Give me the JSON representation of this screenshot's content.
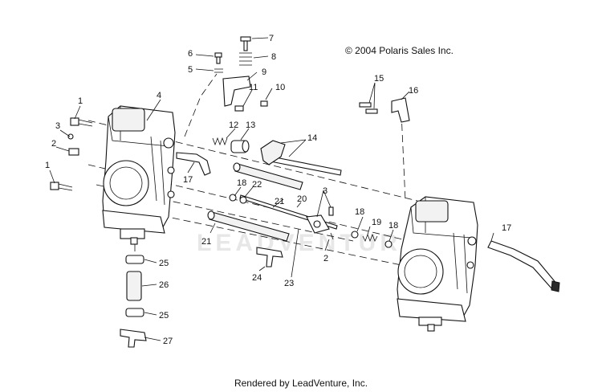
{
  "copyright": "© 2004 Polaris Sales Inc.",
  "footer": "Rendered by LeadVenture, Inc.",
  "watermark": "LEADVENTURE",
  "callouts": [
    {
      "id": "c1a",
      "text": "1"
    },
    {
      "id": "c1b",
      "text": "1"
    },
    {
      "id": "c2a",
      "text": "2"
    },
    {
      "id": "c2b",
      "text": "2"
    },
    {
      "id": "c3a",
      "text": "3"
    },
    {
      "id": "c3b",
      "text": "3"
    },
    {
      "id": "c4",
      "text": "4"
    },
    {
      "id": "c5",
      "text": "5"
    },
    {
      "id": "c6",
      "text": "6"
    },
    {
      "id": "c7",
      "text": "7"
    },
    {
      "id": "c8",
      "text": "8"
    },
    {
      "id": "c9",
      "text": "9"
    },
    {
      "id": "c10",
      "text": "10"
    },
    {
      "id": "c11",
      "text": "11"
    },
    {
      "id": "c12",
      "text": "12"
    },
    {
      "id": "c13",
      "text": "13"
    },
    {
      "id": "c14",
      "text": "14"
    },
    {
      "id": "c15",
      "text": "15"
    },
    {
      "id": "c16",
      "text": "16"
    },
    {
      "id": "c17a",
      "text": "17"
    },
    {
      "id": "c17b",
      "text": "17"
    },
    {
      "id": "c18a",
      "text": "18"
    },
    {
      "id": "c18b",
      "text": "18"
    },
    {
      "id": "c18c",
      "text": "18"
    },
    {
      "id": "c19",
      "text": "19"
    },
    {
      "id": "c20",
      "text": "20"
    },
    {
      "id": "c21a",
      "text": "21"
    },
    {
      "id": "c21b",
      "text": "21"
    },
    {
      "id": "c22",
      "text": "22"
    },
    {
      "id": "c23",
      "text": "23"
    },
    {
      "id": "c24",
      "text": "24"
    },
    {
      "id": "c25a",
      "text": "25"
    },
    {
      "id": "c25b",
      "text": "25"
    },
    {
      "id": "c26",
      "text": "26"
    },
    {
      "id": "c27",
      "text": "27"
    }
  ]
}
